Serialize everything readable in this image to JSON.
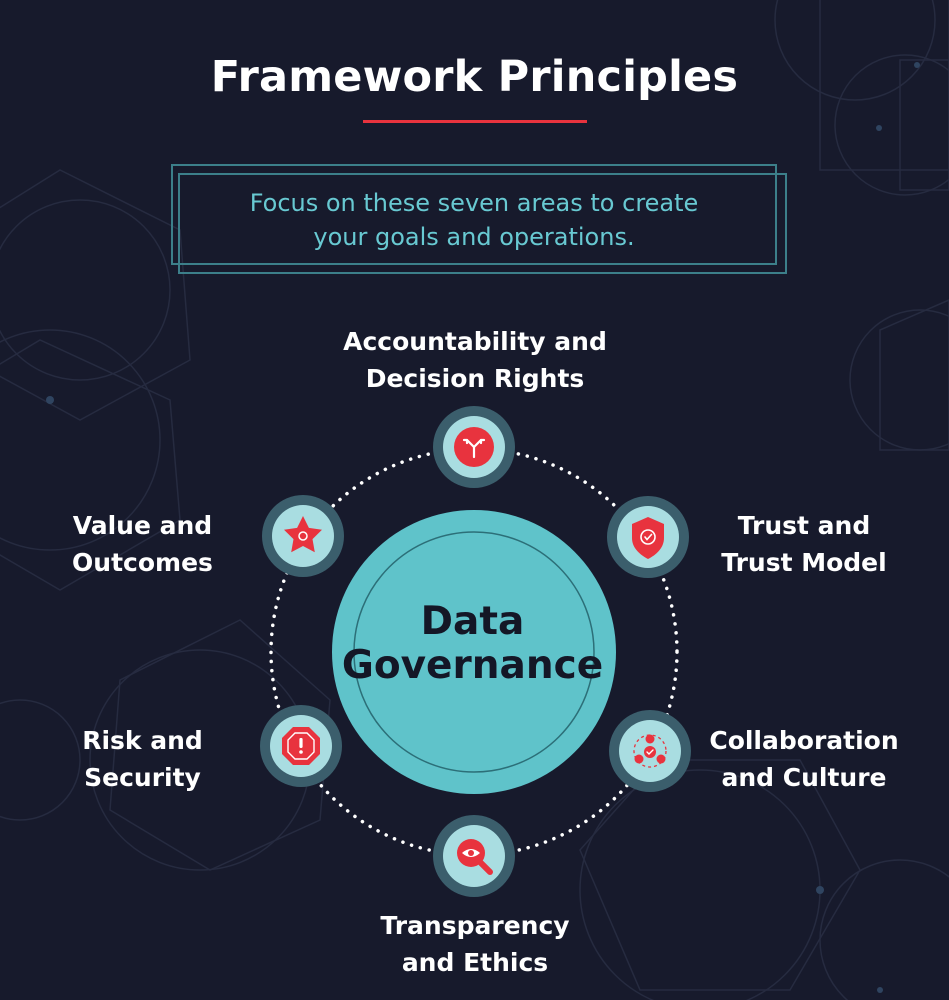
{
  "title": "Framework Principles",
  "subtitle_lines": [
    "Focus on these seven areas to create",
    "your goals and operations."
  ],
  "center": {
    "lines": [
      "Data",
      "Governance"
    ]
  },
  "principles": [
    {
      "id": "accountability",
      "icon": "split-arrows-icon",
      "lines": [
        "Accountability and",
        "Decision Rights"
      ]
    },
    {
      "id": "trust",
      "icon": "shield-check-icon",
      "lines": [
        "Trust and",
        "Trust Model"
      ]
    },
    {
      "id": "collaboration",
      "icon": "network-nodes-icon",
      "lines": [
        "Collaboration",
        "and Culture"
      ]
    },
    {
      "id": "transparency",
      "icon": "magnifier-eye-icon",
      "lines": [
        "Transparency",
        "and Ethics"
      ]
    },
    {
      "id": "risk",
      "icon": "warning-octagon-icon",
      "lines": [
        "Risk and",
        "Security"
      ]
    },
    {
      "id": "value",
      "icon": "star-badge-icon",
      "lines": [
        "Value and",
        "Outcomes"
      ]
    }
  ],
  "colors": {
    "background": "#171a2c",
    "accent_red": "#e8333e",
    "teal": "#68c9d2",
    "teal_dark": "#3c7f8a",
    "center_fill": "#5fc3ca",
    "icon_ring": "#3b5e6c",
    "icon_inner": "#a9dde1"
  }
}
